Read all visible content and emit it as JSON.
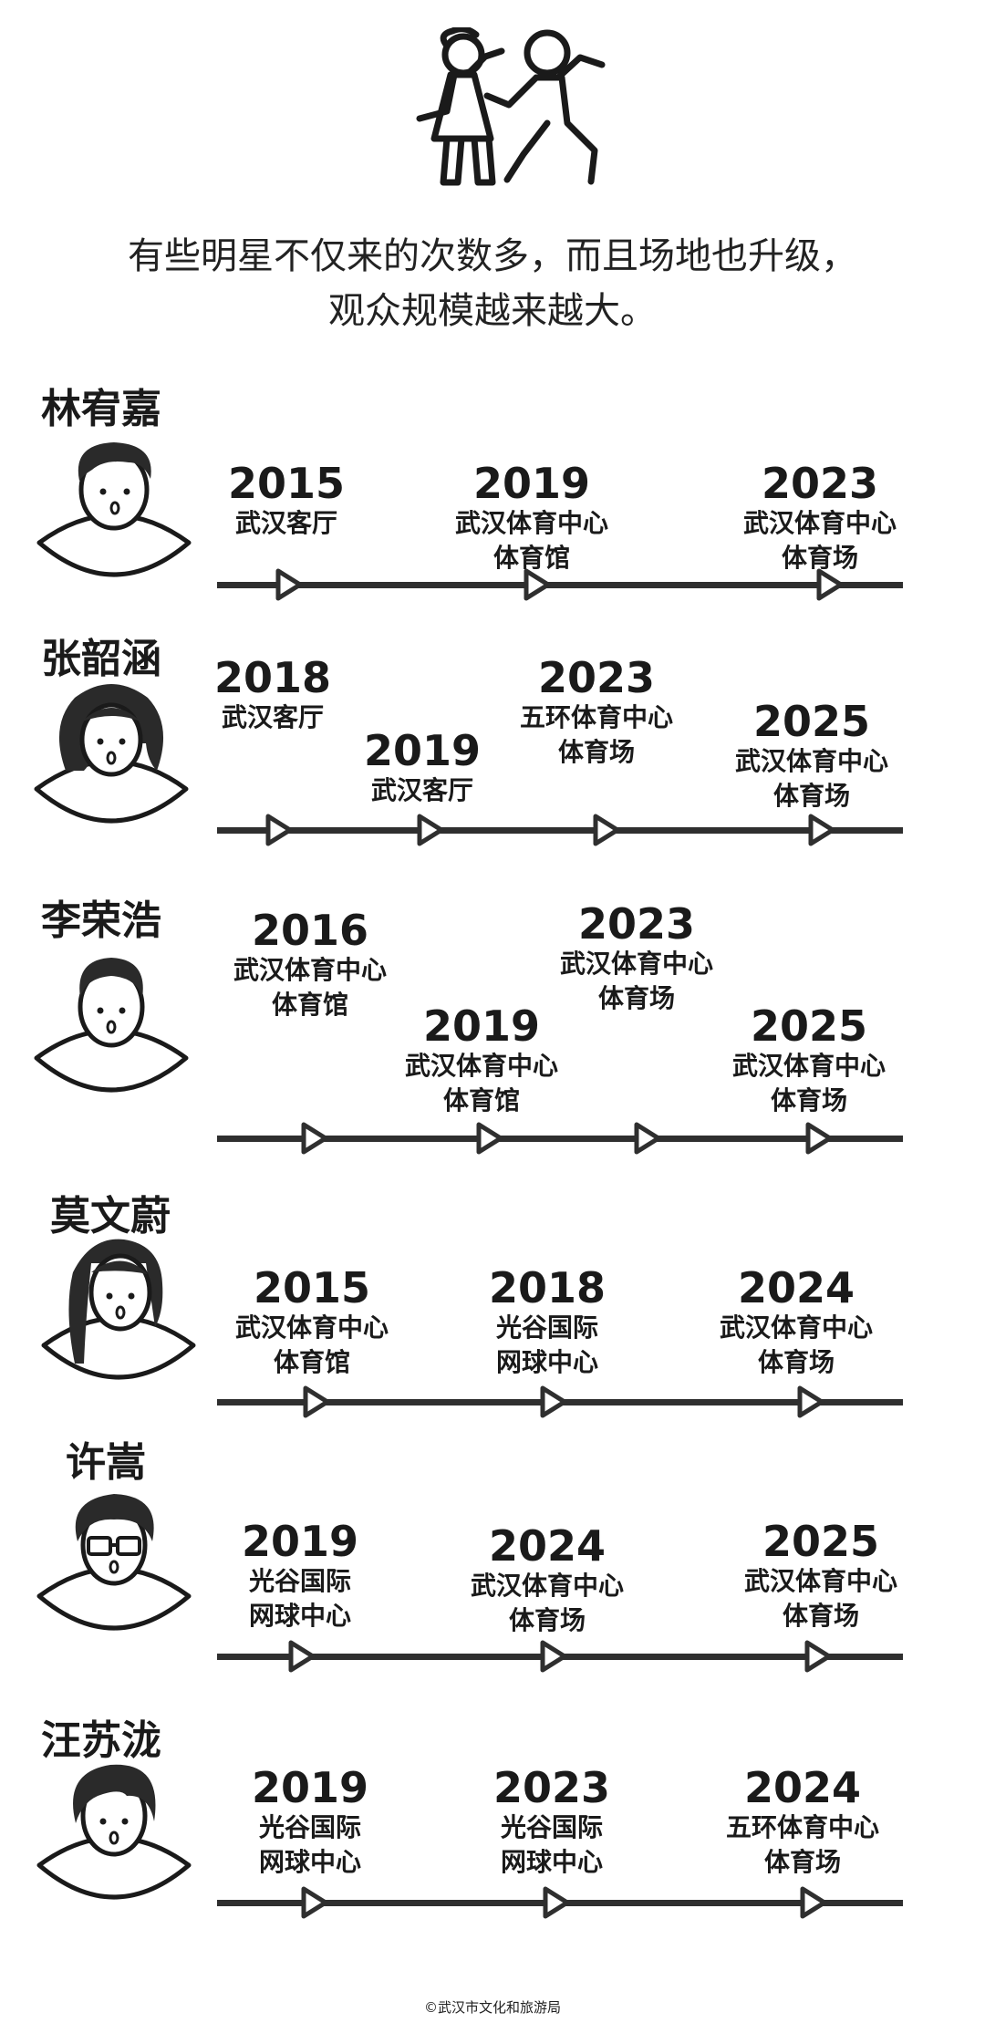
{
  "header": {
    "icon": "two-people-dancing-icon",
    "subtitle_line1": "有些明星不仅来的次数多，而且场地也升级，",
    "subtitle_line2": "观众规模越来越大。"
  },
  "stars": [
    {
      "name": "林宥嘉",
      "avatar_icon": "man-avatar-icon",
      "events": [
        {
          "year": "2015",
          "venue_l1": "武汉客厅",
          "venue_l2": ""
        },
        {
          "year": "2019",
          "venue_l1": "武汉体育中心",
          "venue_l2": "体育馆"
        },
        {
          "year": "2023",
          "venue_l1": "武汉体育中心",
          "venue_l2": "体育场"
        }
      ]
    },
    {
      "name": "张韶涵",
      "avatar_icon": "woman-curly-hair-avatar-icon",
      "events": [
        {
          "year": "2018",
          "venue_l1": "武汉客厅",
          "venue_l2": ""
        },
        {
          "year": "2019",
          "venue_l1": "武汉客厅",
          "venue_l2": ""
        },
        {
          "year": "2023",
          "venue_l1": "五环体育中心",
          "venue_l2": "体育场"
        },
        {
          "year": "2025",
          "venue_l1": "武汉体育中心",
          "venue_l2": "体育场"
        }
      ]
    },
    {
      "name": "李荣浩",
      "avatar_icon": "man-short-hair-avatar-icon",
      "events": [
        {
          "year": "2016",
          "venue_l1": "武汉体育中心",
          "venue_l2": "体育馆"
        },
        {
          "year": "2019",
          "venue_l1": "武汉体育中心",
          "venue_l2": "体育馆"
        },
        {
          "year": "2023",
          "venue_l1": "武汉体育中心",
          "venue_l2": "体育场"
        },
        {
          "year": "2025",
          "venue_l1": "武汉体育中心",
          "venue_l2": "体育场"
        }
      ]
    },
    {
      "name": "莫文蔚",
      "avatar_icon": "woman-long-wavy-hair-avatar-icon",
      "events": [
        {
          "year": "2015",
          "venue_l1": "武汉体育中心",
          "venue_l2": "体育馆"
        },
        {
          "year": "2018",
          "venue_l1": "光谷国际",
          "venue_l2": "网球中心"
        },
        {
          "year": "2024",
          "venue_l1": "武汉体育中心",
          "venue_l2": "体育场"
        }
      ]
    },
    {
      "name": "许嵩",
      "avatar_icon": "man-glasses-avatar-icon",
      "events": [
        {
          "year": "2019",
          "venue_l1": "光谷国际",
          "venue_l2": "网球中心"
        },
        {
          "year": "2024",
          "venue_l1": "武汉体育中心",
          "venue_l2": "体育场"
        },
        {
          "year": "2025",
          "venue_l1": "武汉体育中心",
          "venue_l2": "体育场"
        }
      ]
    },
    {
      "name": "汪苏泷",
      "avatar_icon": "man-fluffy-hair-avatar-icon",
      "events": [
        {
          "year": "2019",
          "venue_l1": "光谷国际",
          "venue_l2": "网球中心"
        },
        {
          "year": "2023",
          "venue_l1": "光谷国际",
          "venue_l2": "网球中心"
        },
        {
          "year": "2024",
          "venue_l1": "五环体育中心",
          "venue_l2": "体育场"
        }
      ]
    }
  ],
  "credit": "©武汉市文化和旅游局",
  "colors": {
    "line": "#2f2f2f",
    "text": "#1a1a1a",
    "background": "#ffffff"
  }
}
